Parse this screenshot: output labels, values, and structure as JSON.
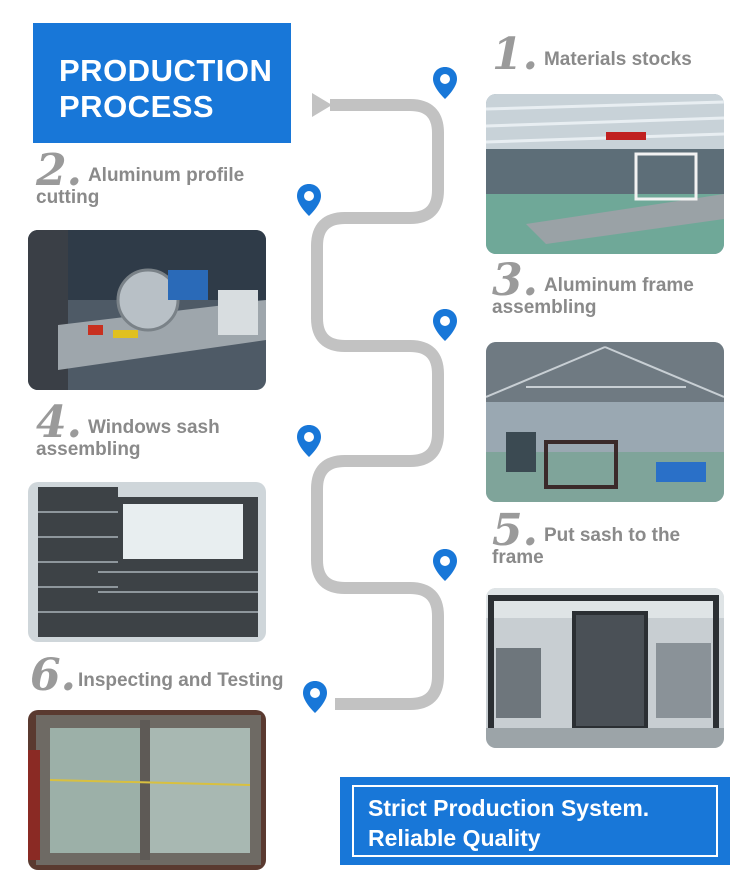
{
  "title": {
    "line1": "PRODUCTION",
    "line2": "PROCESS"
  },
  "steps": [
    {
      "number": "1.",
      "text_line1": "Materials stocks",
      "text_line2": "",
      "photo": "warehouse with aluminum profile stock racks"
    },
    {
      "number": "2.",
      "text_line1": "Aluminum profile",
      "text_line2": "cutting",
      "photo": "worker operating profile cutting saw"
    },
    {
      "number": "3.",
      "text_line1": "Aluminum frame",
      "text_line2": "assembling",
      "photo": "factory floor with assembled frames"
    },
    {
      "number": "4.",
      "text_line1": "Windows sash",
      "text_line2": "assembling",
      "photo": "stacks of window sashes"
    },
    {
      "number": "5.",
      "text_line1": "Put sash to the",
      "text_line2": "frame",
      "photo": "large window frame with sash installed"
    },
    {
      "number": "6.",
      "text_line1": "Inspecting and Testing",
      "text_line2": "",
      "photo": "close-up of finished sliding window"
    }
  ],
  "footer": {
    "line1": "Strict Production System.",
    "line2": "Reliable Quality"
  },
  "colors": {
    "accent_blue": "#1877d8",
    "path_gray": "#c2c2c2",
    "label_gray": "#8a8a8a"
  },
  "icons": [
    "location-pin-icon",
    "arrow-head-icon"
  ]
}
